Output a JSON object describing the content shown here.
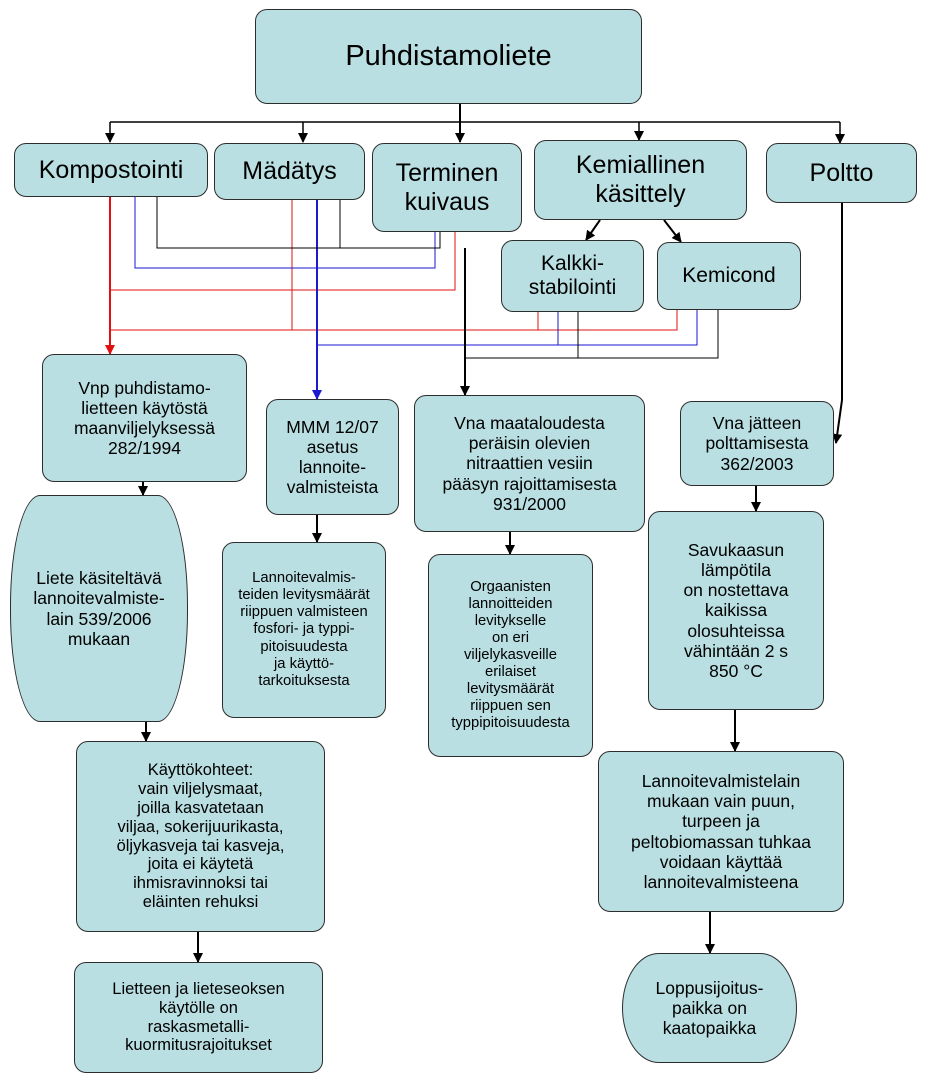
{
  "diagram": {
    "root": "Puhdistamoliete",
    "methods": {
      "kompostointi": "Kompostointi",
      "madatys": "Mädätys",
      "terminen": "Terminen\nkuivaus",
      "kemiallinen": "Kemiallinen\nkäsittely",
      "poltto": "Poltto"
    },
    "sub_methods": {
      "kalkki": "Kalkki-\nstabilointi",
      "kemicond": "Kemicond"
    },
    "regulations": {
      "vnp": "Vnp puhdistamo-\nlietteen käytöstä\nmaanviljelyksessä\n282/1994",
      "mmm": "MMM 12/07\nasetus\nlannoite-\nvalmisteista",
      "vna_nitraatti": "Vna maataloudesta\nperäisin olevien\nnitraattien vesiin\npääsyn rajoittamisesta\n931/2000",
      "vna_jate": "Vna jätteen\npolttamisesta\n362/2003"
    },
    "details": {
      "liete": "Liete käsiteltävä\nlannoitevalmiste-\nlain 539/2006\nmukaan",
      "kayttokohteet": "Käyttökohteet:\nvain viljelysmaat,\njoilla kasvatetaan\nviljaa, sokerijuurikasta,\nöljykasveja tai kasveja,\njoita ei käytetä\nihmisravinnoksi tai\neläinten rehuksi",
      "raskasmetalli": "Lietteen ja lieteseoksen\nkäytölle on\nraskasmetalli-\nkuormitusrajoitukset",
      "levitysmaarat": "Lannoitevalmis-\nteiden levitysmäärät\nriippuen valmisteen\nfosfori- ja typpi-\npitoisuudesta\nja käyttö-\ntarkoituksesta",
      "orgaanisten": "Orgaanisten\nlannoitteiden\nlevitykselle\non eri\nviljelykasveille\nerilaiset\nlevitysmäärät\nriippuen sen\ntyppipitoisuudesta",
      "savukaasu": "Savukaasun\nlämpötila\non nostettava\nkaikissa\nolosuhteissa\nvähintään 2 s\n850 °C",
      "tuhka": "Lannoitevalmistelain\nmukaan vain puun,\nturpeen ja\npeltobiomassan tuhkaa\nvoidaan käyttää\nlannoitevalmisteena",
      "loppusijoitus": "Loppusijoitus-\npaikka on\nkaatopaikka"
    },
    "colors": {
      "box_fill": "#b9dfe2",
      "box_border": "#2d2d2d",
      "line_black": "#000000",
      "line_red": "#e01010",
      "line_blue": "#1a1ad0"
    }
  }
}
